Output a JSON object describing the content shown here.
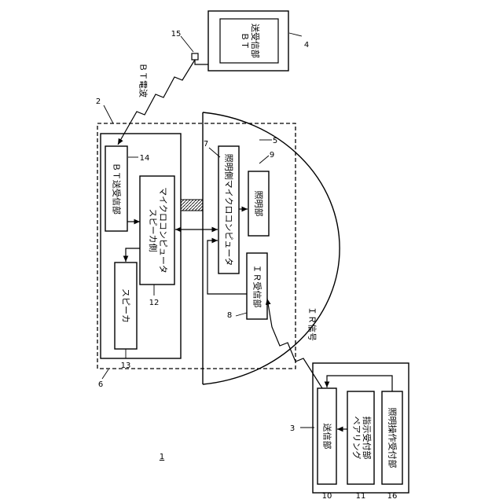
{
  "figure": {
    "system_ref": "1",
    "labels": {
      "bt_tx_unit": "ＢＴ送受信部",
      "speaker_mcu": "スピーカ側\nマイクロコンピュータ",
      "speaker": "スピーカ",
      "lighting_mcu": "照明側マイクロコンピュータ",
      "lighting_unit": "照明部",
      "ir_rx_unit": "ＩＲ受信部",
      "remote_bt_unit": "ＢＴ\n送受信部",
      "tx_unit": "送信部",
      "pairing_unit": "ペアリング\n指示受付部",
      "lighting_op_unit": "照明操作受付部",
      "bt_wave": "ＢＴ電波",
      "ir_signal": "ＩＲ信号"
    },
    "refs": {
      "device": "2",
      "remote": "3",
      "bt_terminal": "4",
      "lighting_section": "5",
      "speaker_section": "6",
      "lighting_mcu": "7",
      "ir_rx": "8",
      "lighting_unit": "9",
      "tx_unit": "10",
      "pairing": "11",
      "speaker_mcu": "12",
      "speaker": "13",
      "bt_tx": "14",
      "antenna": "15",
      "lighting_op": "16"
    }
  }
}
